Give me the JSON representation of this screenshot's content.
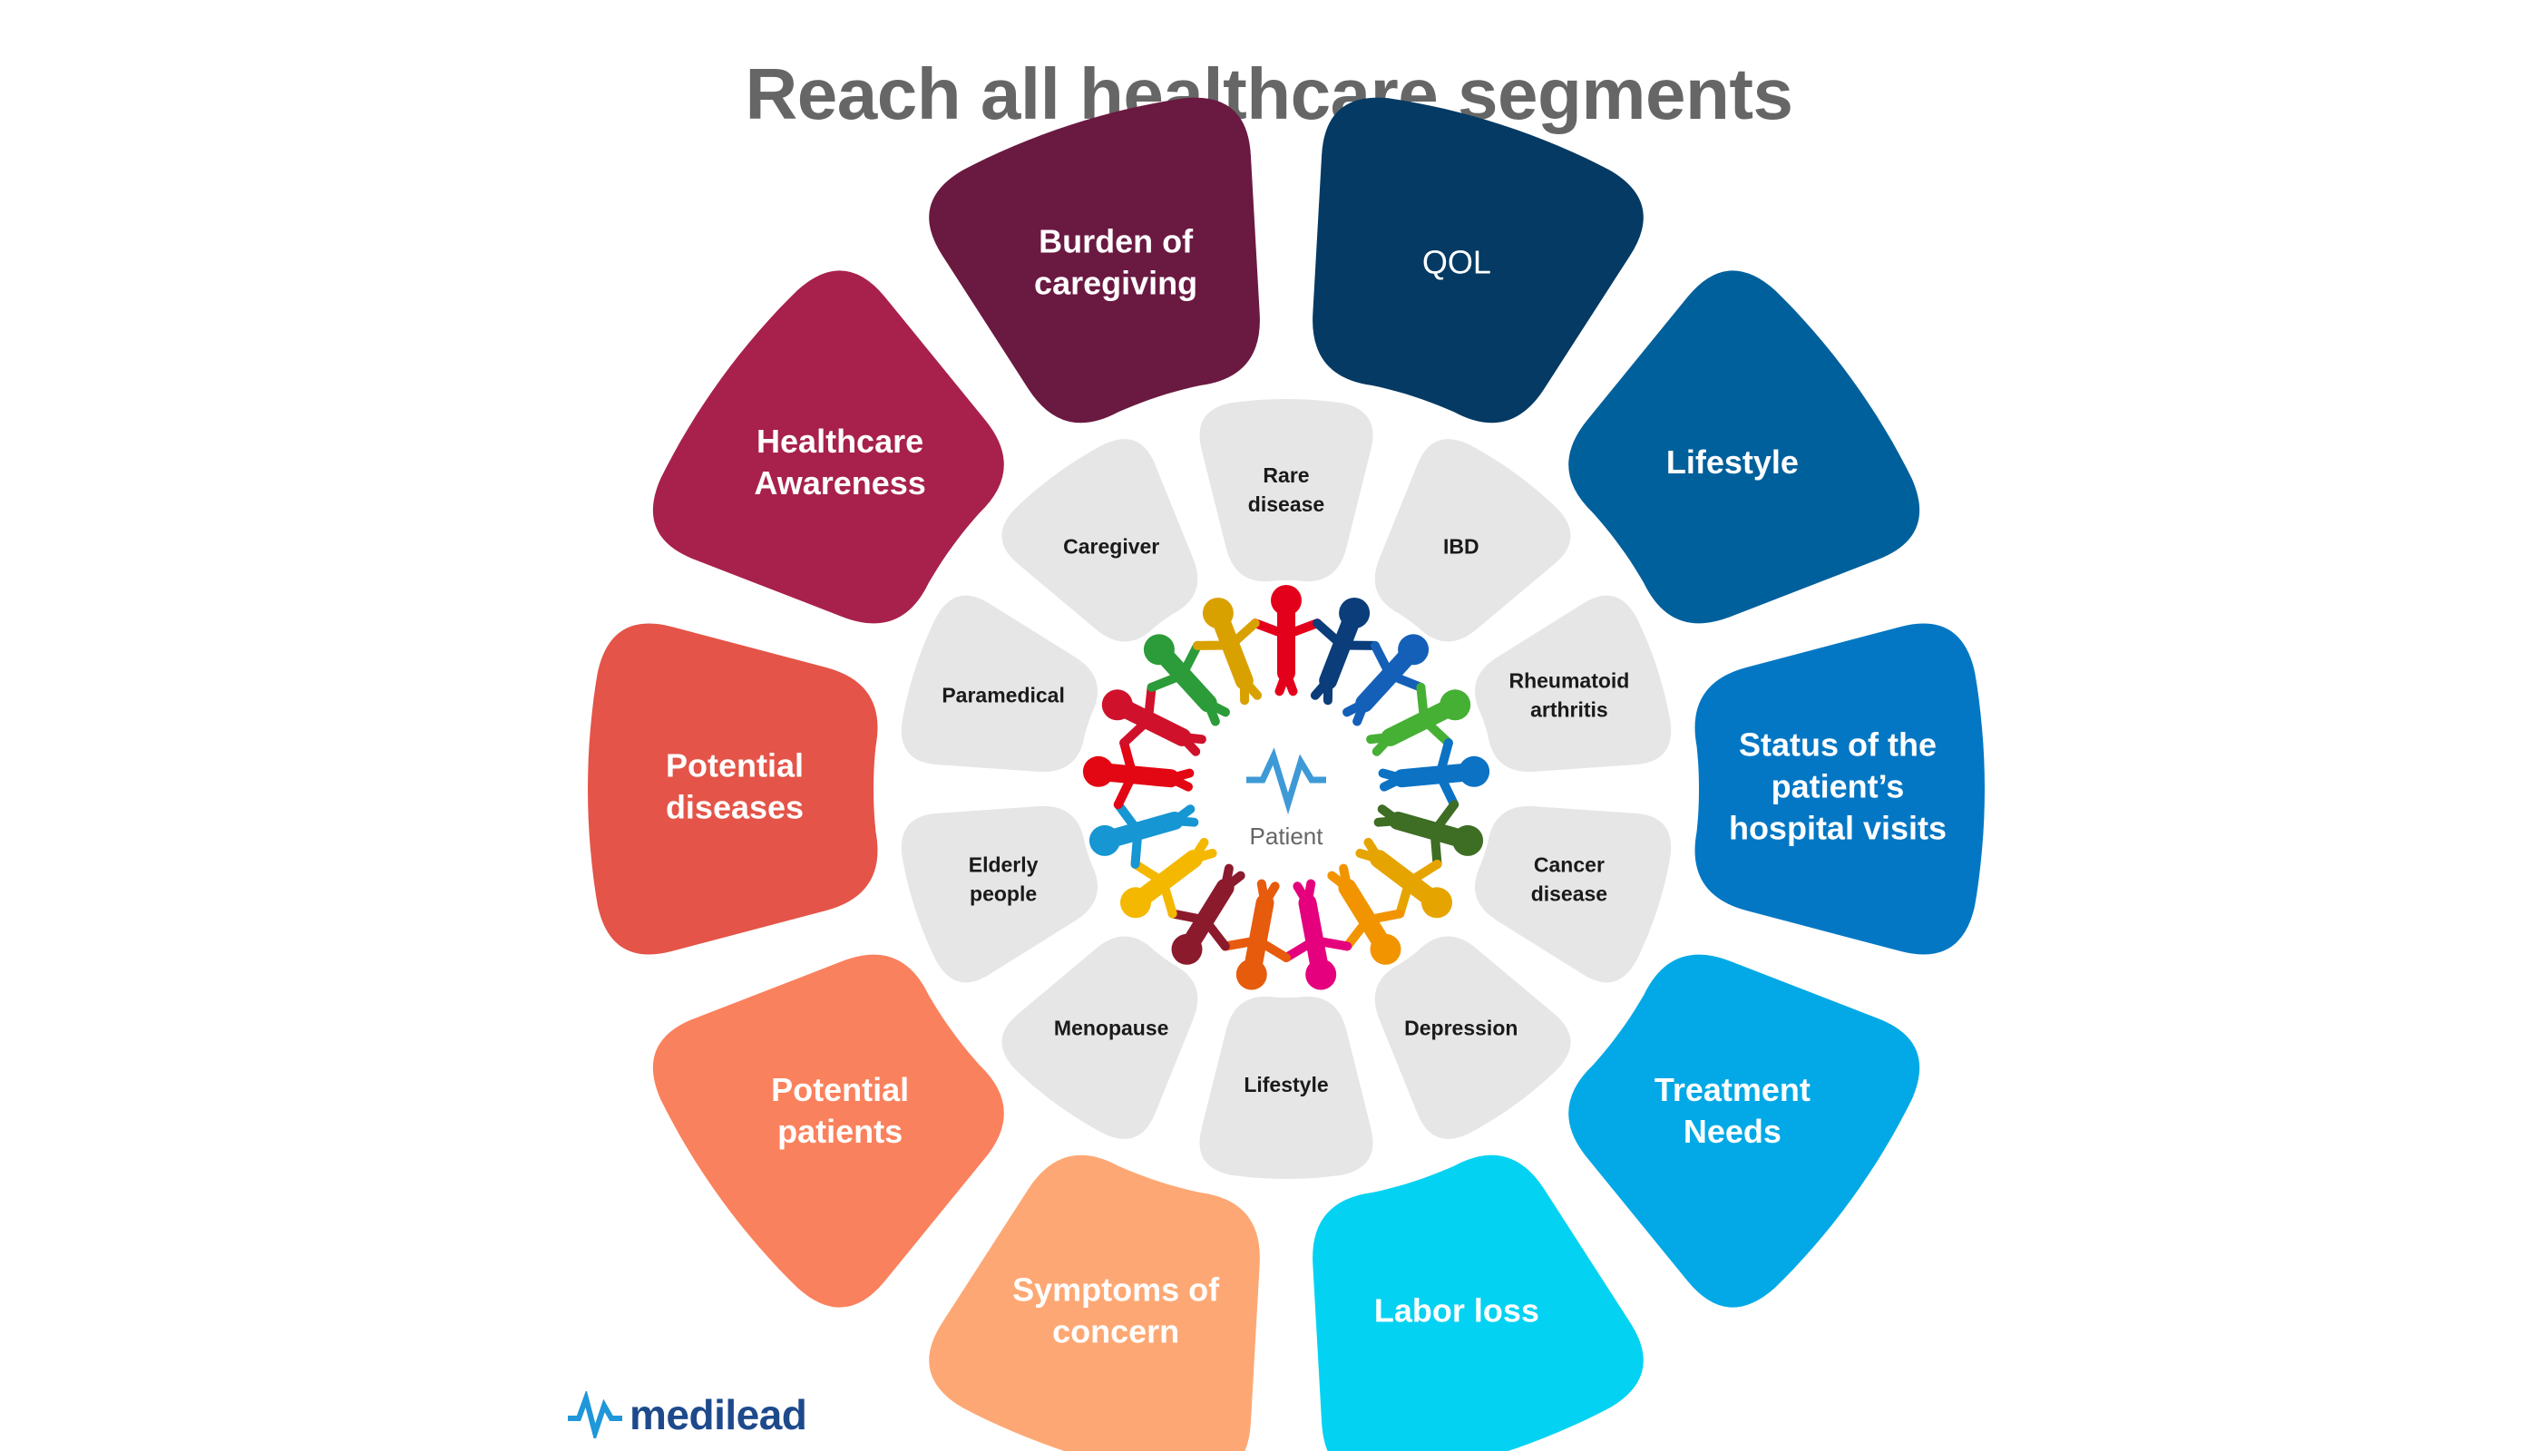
{
  "title": "Reach all healthcare segments",
  "center": {
    "label": "Patient",
    "icon": "medilead-pulse-icon"
  },
  "outer_segments": [
    {
      "lines": [
        "Burden of",
        "caregiving"
      ],
      "color": "#6a1941"
    },
    {
      "lines": [
        "QOL"
      ],
      "color": "#043a63",
      "weight": "light"
    },
    {
      "lines": [
        "Lifestyle"
      ],
      "color": "#00609c"
    },
    {
      "lines": [
        "Status of the",
        "patient’s",
        "hospital visits"
      ],
      "color": "#0377c4"
    },
    {
      "lines": [
        "Treatment",
        "Needs"
      ],
      "color": "#03a9e6"
    },
    {
      "lines": [
        "Labor loss"
      ],
      "color": "#04d2f2"
    },
    {
      "lines": [
        "Symptoms of",
        "concern"
      ],
      "color": "#fda874"
    },
    {
      "lines": [
        "Potential",
        "patients"
      ],
      "color": "#fa815d"
    },
    {
      "lines": [
        "Potential",
        "diseases"
      ],
      "color": "#e45448"
    },
    {
      "lines": [
        "Healthcare",
        "Awareness"
      ],
      "color": "#a7214c"
    }
  ],
  "inner_segments": [
    {
      "lines": [
        "Rare",
        "disease"
      ]
    },
    {
      "lines": [
        "IBD"
      ]
    },
    {
      "lines": [
        "Rheumatoid",
        "arthritis"
      ]
    },
    {
      "lines": [
        "Cancer",
        "disease"
      ]
    },
    {
      "lines": [
        "Depression"
      ]
    },
    {
      "lines": [
        "Lifestyle"
      ]
    },
    {
      "lines": [
        "Menopause"
      ]
    },
    {
      "lines": [
        "Elderly",
        "people"
      ]
    },
    {
      "lines": [
        "Paramedical"
      ]
    },
    {
      "lines": [
        "Caregiver"
      ]
    }
  ],
  "inner_color": "#e6e6e6",
  "people_ring": {
    "colors": [
      "#e3001b",
      "#0a3d7a",
      "#1460b8",
      "#46b035",
      "#0b72c4",
      "#3e6d24",
      "#e6a400",
      "#f29400",
      "#e5007d",
      "#e75b0d",
      "#8b1a2c",
      "#f5b800",
      "#1696d2",
      "#e30613",
      "#d0112b",
      "#2c9b39",
      "#d9a100"
    ]
  },
  "logo": {
    "text": "medilead",
    "icon": "medilead-logo-icon",
    "color": "#1e4a8c"
  }
}
